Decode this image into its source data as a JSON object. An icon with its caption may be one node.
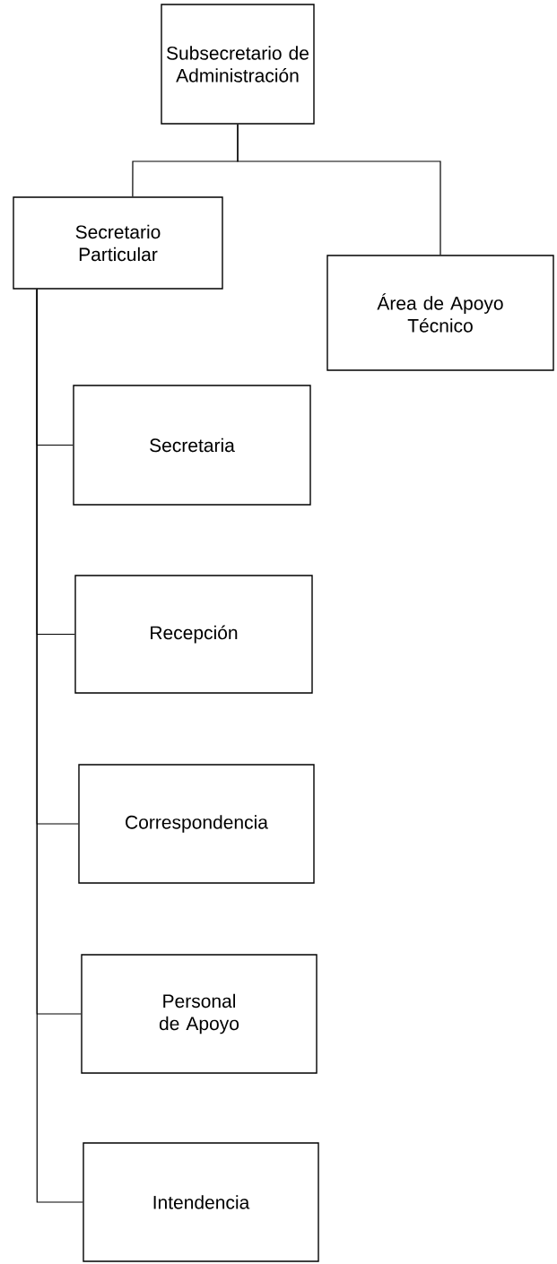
{
  "diagram": {
    "nodes": [
      {
        "text": [
          "Subsecretario de Administración"
        ]
      },
      {
        "text": [
          "Secretario Particular"
        ]
      },
      {
        "text": [
          "Área de Apoyo Técnico"
        ]
      },
      {
        "text": [
          "Secretaria"
        ]
      },
      {
        "text": [
          "Recepción"
        ]
      },
      {
        "text": [
          "Correspondencia"
        ]
      },
      {
        "text": [
          "Personal de Apoyo"
        ]
      },
      {
        "text": [
          "Intendencia"
        ]
      }
    ],
    "edges": [
      {
        "from": 0,
        "to": 1,
        "arrow": "none"
      },
      {
        "from": 0,
        "to": 2,
        "arrow": "none"
      },
      {
        "from": 1,
        "to": 3,
        "arrow": "none"
      },
      {
        "from": 1,
        "to": 4,
        "arrow": "none"
      },
      {
        "from": 1,
        "to": 5,
        "arrow": "none"
      },
      {
        "from": 1,
        "to": 6,
        "arrow": "none"
      },
      {
        "from": 1,
        "to": 7,
        "arrow": "none"
      }
    ]
  }
}
